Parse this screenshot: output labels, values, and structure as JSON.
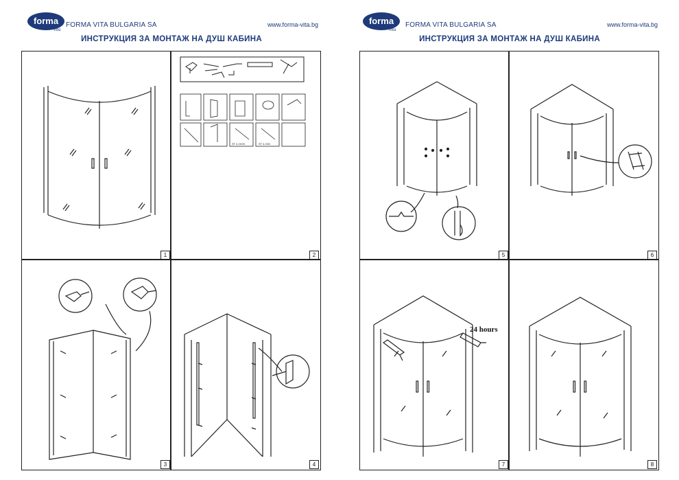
{
  "header": {
    "logo_text": "forma",
    "logo_sub": "vita",
    "company": "FORMA VITA BULGARIA SA",
    "website": "www.forma-vita.bg",
    "title": "ИНСТРУКЦИЯ ЗА МОНТАЖ НА ДУШ КАБИНА"
  },
  "pages": [
    {
      "steps": [
        "1",
        "2",
        "3",
        "4"
      ]
    },
    {
      "steps": [
        "5",
        "6",
        "7",
        "8"
      ]
    }
  ],
  "annotations": {
    "cure_time": "24 hours"
  },
  "parts_labels": [
    "ST 4.2X25",
    "ST 4.2X8"
  ],
  "colors": {
    "brand_blue": "#1e3a7a",
    "line": "#222222"
  }
}
